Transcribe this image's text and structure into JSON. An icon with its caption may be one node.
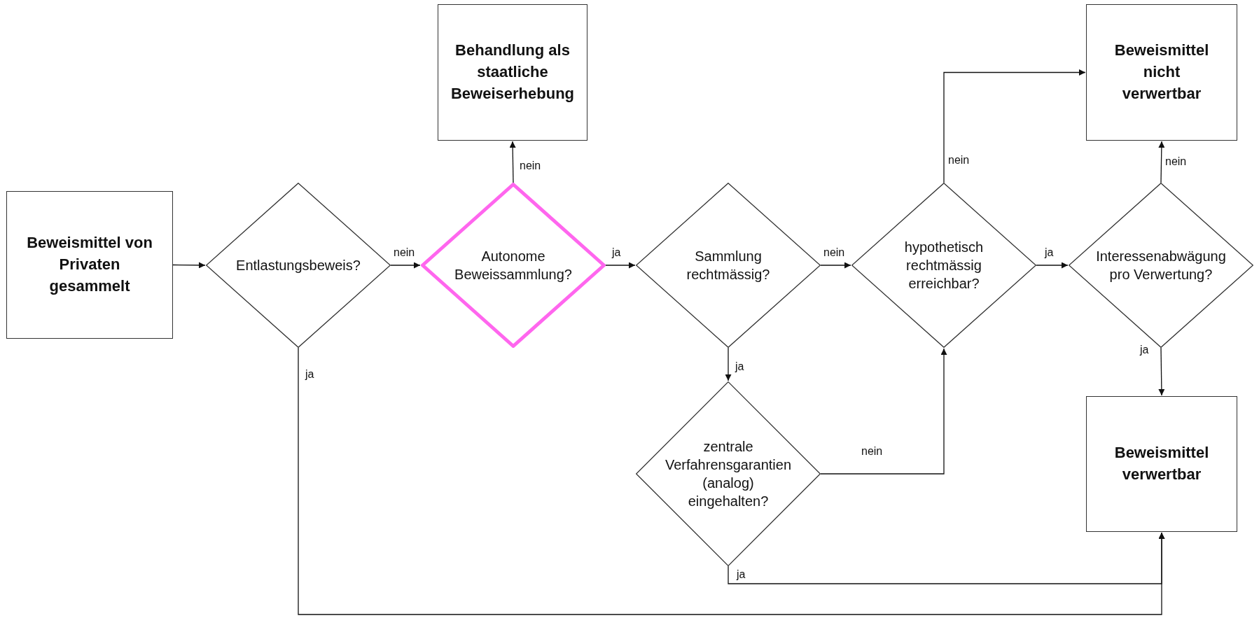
{
  "diagram": {
    "nodes": [
      {
        "text": [
          "Beweismittel von Privaten gesammelt"
        ]
      },
      {
        "text": [
          "Entlastungsbeweis?"
        ]
      },
      {
        "text": [
          "Behandlung als staatliche Beweiserhebung"
        ]
      },
      {
        "text": [
          "Autonome Beweissammlung?"
        ]
      },
      {
        "text": [
          "Sammlung rechtmässig?"
        ]
      },
      {
        "text": [
          "hypothetisch rechtmässig erreichbar?"
        ]
      },
      {
        "text": [
          "Beweismittel nicht verwertbar"
        ]
      },
      {
        "text": [
          "Interessenabwägung pro Verwertung?"
        ]
      },
      {
        "text": [
          "zentrale Verfahrensgarantien (analog) eingehalten?"
        ]
      },
      {
        "text": [
          "Beweismittel verwertbar"
        ]
      }
    ],
    "edges": [
      {
        "from": 0,
        "to": 1,
        "arrow": "to"
      },
      {
        "from": 1,
        "to": 3,
        "arrow": "to",
        "label": "nein"
      },
      {
        "from": 3,
        "to": 2,
        "arrow": "to",
        "label": "nein"
      },
      {
        "from": 3,
        "to": 4,
        "arrow": "to",
        "label": "ja"
      },
      {
        "from": 4,
        "to": 5,
        "arrow": "to",
        "label": "nein"
      },
      {
        "from": 4,
        "to": 8,
        "arrow": "to",
        "label": "ja"
      },
      {
        "from": 5,
        "to": 6,
        "arrow": "to",
        "label": "nein"
      },
      {
        "from": 5,
        "to": 7,
        "arrow": "to",
        "label": "ja"
      },
      {
        "from": 7,
        "to": 6,
        "arrow": "to",
        "label": "nein"
      },
      {
        "from": 7,
        "to": 9,
        "arrow": "to",
        "label": "ja"
      },
      {
        "from": 8,
        "to": 5,
        "arrow": "to",
        "label": "nein"
      },
      {
        "from": 8,
        "to": 9,
        "arrow": "to",
        "label": "ja"
      },
      {
        "from": 1,
        "to": 9,
        "arrow": "to",
        "label": "ja"
      }
    ]
  }
}
